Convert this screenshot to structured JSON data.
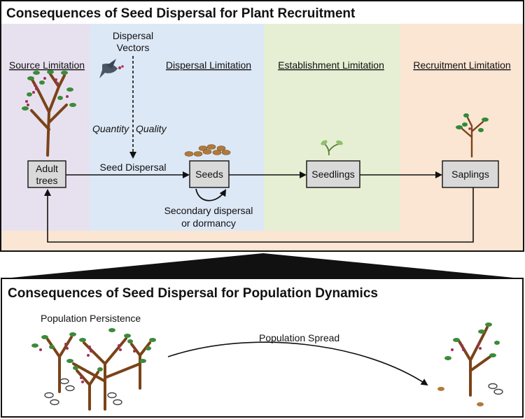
{
  "panel_top": {
    "title": "Consequences of Seed Dispersal for Plant Recruitment",
    "columns": {
      "source": "Source Limitation",
      "dispersal": "Dispersal Limitation",
      "establishment": "Establishment Limitation",
      "recruitment": "Recruitment Limitation"
    },
    "vectors": {
      "line1": "Dispersal",
      "line2": "Vectors"
    },
    "quantity": "Quantity",
    "quality": "Quality",
    "seed_dispersal": "Seed Dispersal",
    "secondary": {
      "line1": "Secondary dispersal",
      "line2": "or dormancy"
    },
    "boxes": {
      "adult_line1": "Adult",
      "adult_line2": "trees",
      "seeds": "Seeds",
      "seedlings": "Seedlings",
      "saplings": "Saplings"
    },
    "colors": {
      "source": "#e7e1ef",
      "dispersal": "#dde8f6",
      "establishment": "#e6efd3",
      "recruitment": "#fbe5d3",
      "box": "#d9d9d9"
    }
  },
  "panel_bottom": {
    "title": "Consequences of Seed Dispersal for Population Dynamics",
    "persistence": "Population Persistence",
    "spread": "Population Spread"
  },
  "icons": [
    "tree-icon",
    "bird-icon",
    "seeds-icon",
    "seedling-icon",
    "sapling-icon",
    "tree-cluster-icon",
    "arrow-icon"
  ]
}
